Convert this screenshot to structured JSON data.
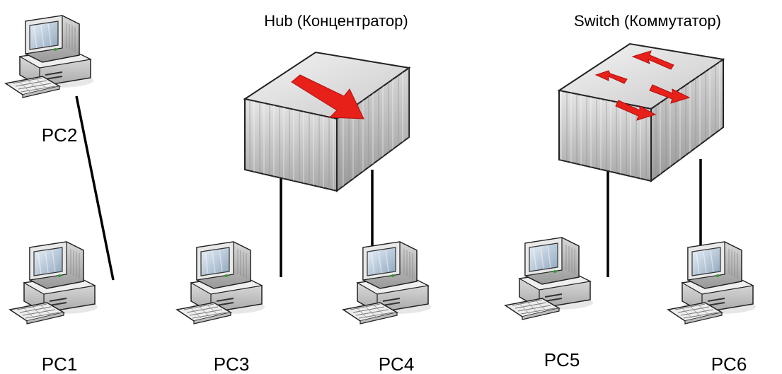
{
  "titles": {
    "hub": "Hub (Концентратор)",
    "switch": "Switch (Коммутатор)"
  },
  "pcs": {
    "pc1": "PC1",
    "pc2": "PC2",
    "pc3": "PC3",
    "pc4": "PC4",
    "pc5": "PC5",
    "pc6": "PC6"
  },
  "colors": {
    "cable": "#000000",
    "arrow": "#e8201a",
    "device_top": "#dcdcdc",
    "device_side": "#bdbdbd",
    "pc_body": "#d9d9d9",
    "pc_screen": "#b8c8d8"
  }
}
